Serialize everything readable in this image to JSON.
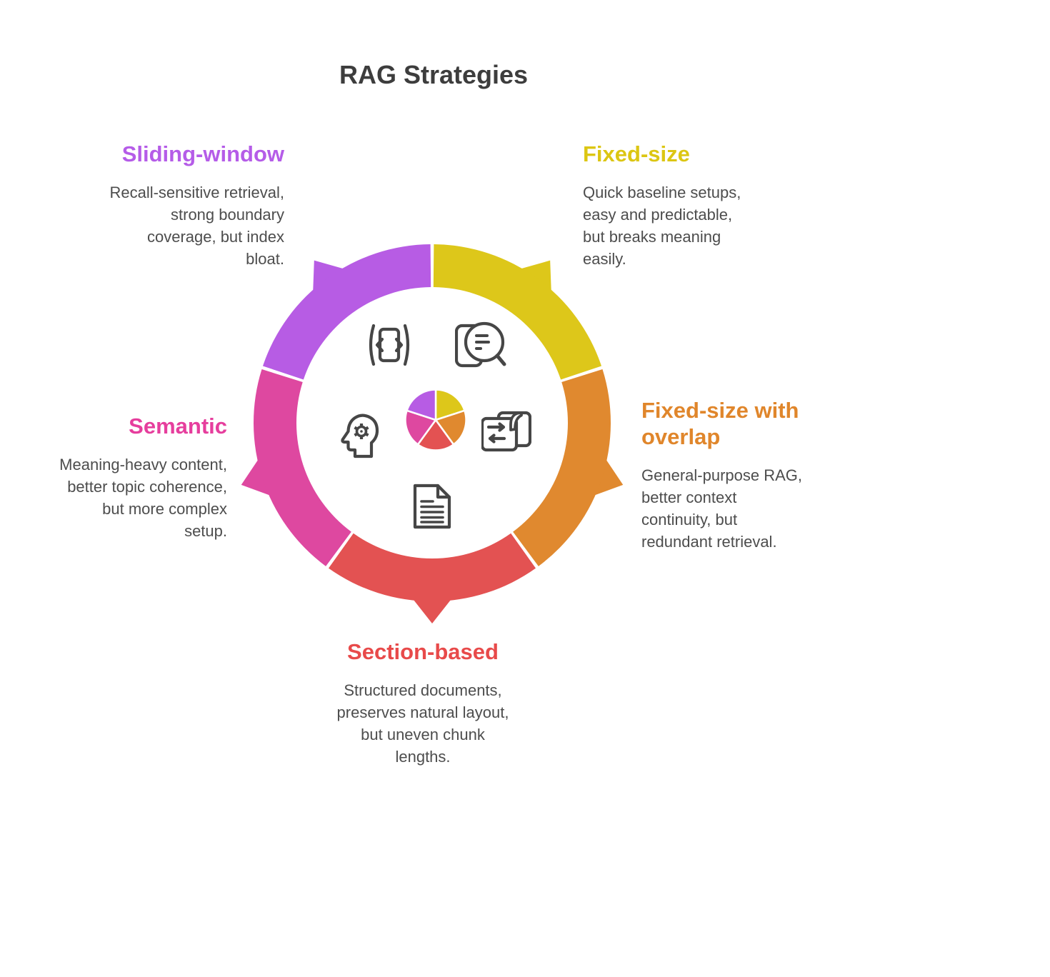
{
  "title": "RAG Strategies",
  "background_color": "#ffffff",
  "chart_data": {
    "type": "pie",
    "variant": "segmented-donut-cycle-with-center-pie",
    "title": "RAG Strategies",
    "equal_segments": true,
    "segment_angle_deg": 72,
    "order_clockwise_from_top": [
      "Fixed-size",
      "Fixed-size with overlap",
      "Section-based",
      "Semantic",
      "Sliding-window"
    ],
    "segments": [
      {
        "id": "fixed_size",
        "label": "Fixed-size",
        "value": 20,
        "color": "#ddc71a",
        "heading_color": "#dcc613",
        "description": "Quick baseline setups,\neasy and predictable,\nbut breaks meaning\neasily."
      },
      {
        "id": "fixed_size_overlap",
        "label": "Fixed-size with\noverlap",
        "value": 20,
        "color": "#e0892f",
        "heading_color": "#e0862b",
        "description": "General-purpose RAG,\nbetter context\ncontinuity, but\nredundant retrieval."
      },
      {
        "id": "section_based",
        "label": "Section-based",
        "value": 20,
        "color": "#e35252",
        "heading_color": "#e84a4a",
        "description": "Structured documents,\npreserves natural layout,\nbut uneven chunk\nlengths."
      },
      {
        "id": "semantic",
        "label": "Semantic",
        "value": 20,
        "color": "#de48a0",
        "heading_color": "#e63e9d",
        "description": "Meaning-heavy content,\nbetter topic coherence,\nbut more complex\nsetup."
      },
      {
        "id": "sliding_window",
        "label": "Sliding-window",
        "value": 20,
        "color": "#b75ce4",
        "heading_color": "#b55ce8",
        "description": "Recall-sensitive retrieval,\nstrong boundary\ncoverage, but index\nbloat."
      }
    ],
    "center_pie": {
      "radius": 42,
      "colors_match_ring": true
    },
    "icons": [
      {
        "name": "sliding-window-icon"
      },
      {
        "name": "document-search-icon"
      },
      {
        "name": "head-gear-icon"
      },
      {
        "name": "pages-overlap-icon"
      },
      {
        "name": "document-icon"
      },
      {
        "name": "center-pie-chart"
      }
    ],
    "text_color": "#4d4d4d",
    "icon_stroke_color": "#464646"
  }
}
